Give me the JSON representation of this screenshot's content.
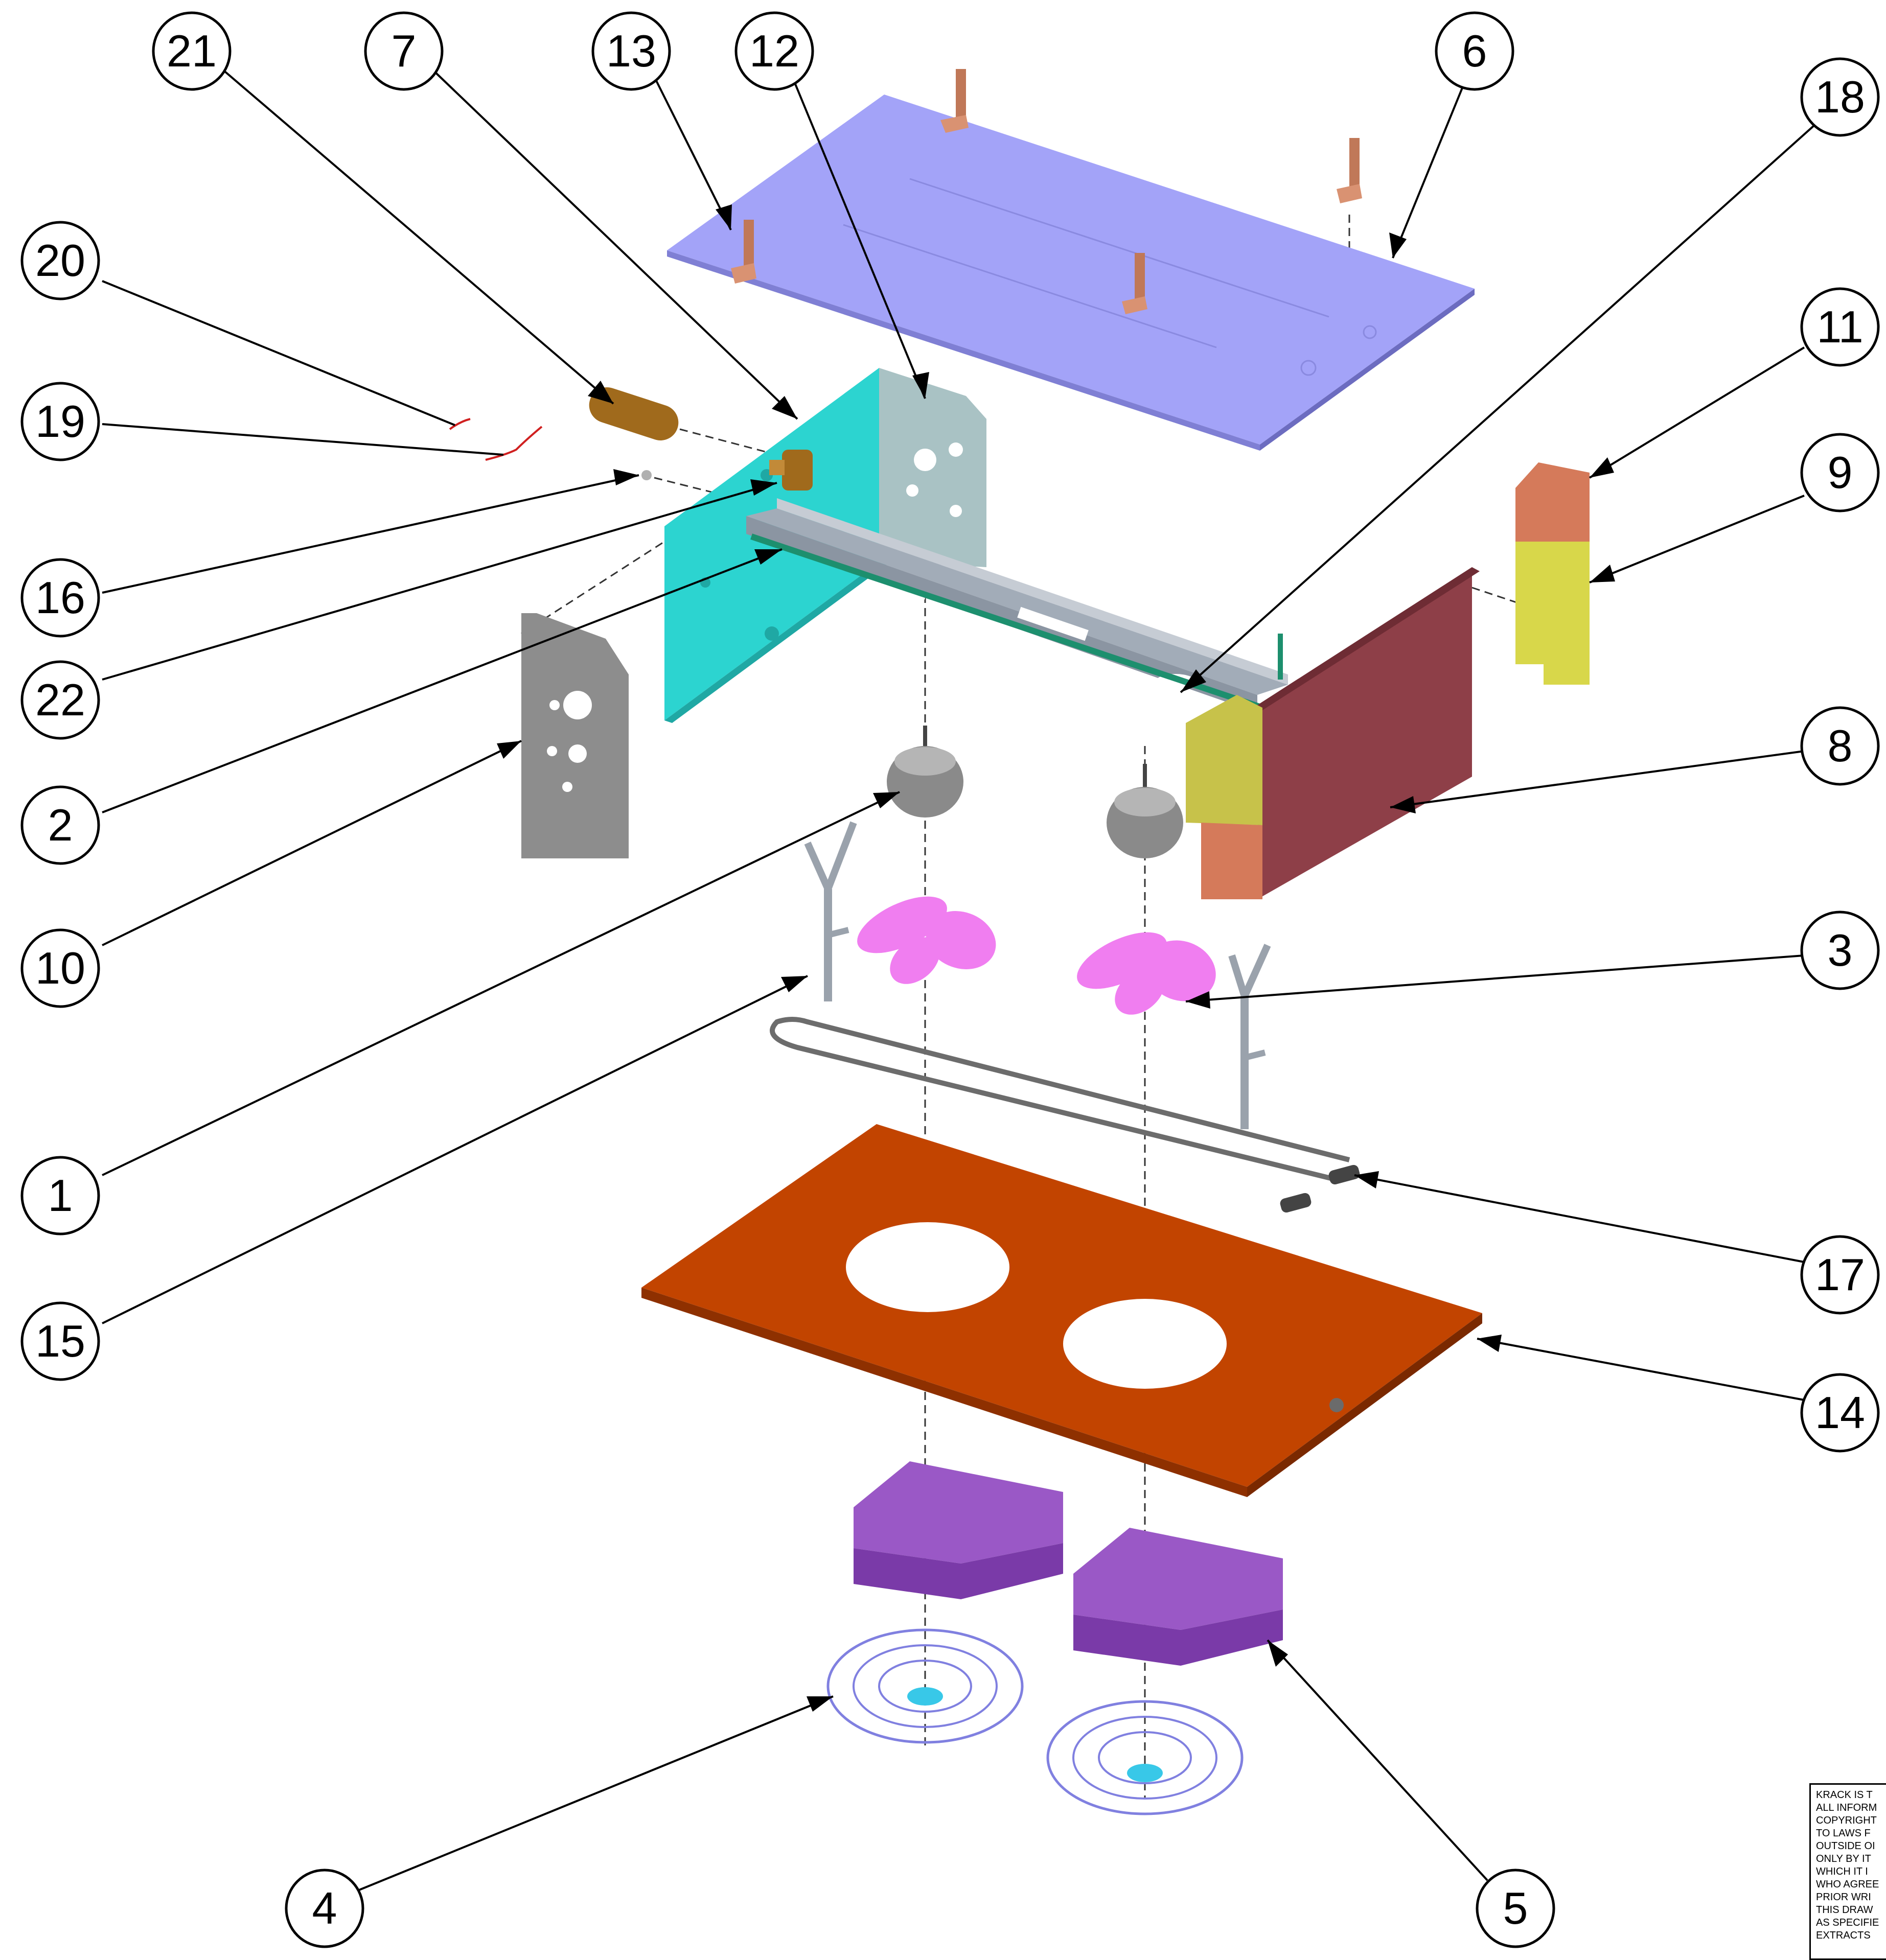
{
  "colors": {
    "top_panel": "#a3a3f8",
    "top_bracket": "#c07858",
    "side_panel_cyan": "#2cd4d0",
    "inner_panel": "#a9c2c4",
    "rail": "#a2acb8",
    "rod": "#1d8f6e",
    "end_panel": "#8e3f48",
    "end_bracket_yellow": "#c7c24a",
    "end_bracket_orange": "#d57a5a",
    "small_bracket_yellow": "#d8d74a",
    "small_bracket_orange": "#d57a5a",
    "plate_gray": "#8d8d8d",
    "motor": "#8a8a8a",
    "fan_blade": "#f07ef0",
    "drain_tube": "#9aa2ac",
    "heater": "#6c6c6c",
    "drip_tray": "#c24400",
    "filter_pad": "#9a58c6",
    "fan_guard": "#8080e0",
    "valve_body": "#a06a1c"
  },
  "callouts": [
    {
      "label": "21",
      "part": "drier"
    },
    {
      "label": "7",
      "part": "expansion-valve"
    },
    {
      "label": "13",
      "part": "mounting-bracket"
    },
    {
      "label": "12",
      "part": "inner-panel"
    },
    {
      "label": "6",
      "part": "top-panel"
    },
    {
      "label": "18",
      "part": "drain-rod"
    },
    {
      "label": "20",
      "part": "sensor-clip"
    },
    {
      "label": "19",
      "part": "sensor"
    },
    {
      "label": "11",
      "part": "upper-bracket"
    },
    {
      "label": "9",
      "part": "lower-bracket"
    },
    {
      "label": "16",
      "part": "access-fitting"
    },
    {
      "label": "22",
      "part": "valve-fitting"
    },
    {
      "label": "2",
      "part": "rail"
    },
    {
      "label": "8",
      "part": "end-panel"
    },
    {
      "label": "10",
      "part": "mounting-plate"
    },
    {
      "label": "3",
      "part": "fan-blade"
    },
    {
      "label": "1",
      "part": "fan-motor"
    },
    {
      "label": "15",
      "part": "drain-tube"
    },
    {
      "label": "17",
      "part": "heater-element"
    },
    {
      "label": "14",
      "part": "drip-tray"
    },
    {
      "label": "4",
      "part": "fan-guard"
    },
    {
      "label": "5",
      "part": "filter-pad"
    }
  ],
  "notice": {
    "lines": [
      "KRACK IS T",
      "ALL INFORM",
      "COPYRIGHT",
      "TO LAWS F",
      "OUTSIDE OI",
      "ONLY BY IT",
      "WHICH IT I",
      "WHO AGREE",
      "PRIOR WRI",
      "THIS DRAW",
      "AS SPECIFIE",
      "EXTRACTS"
    ]
  }
}
